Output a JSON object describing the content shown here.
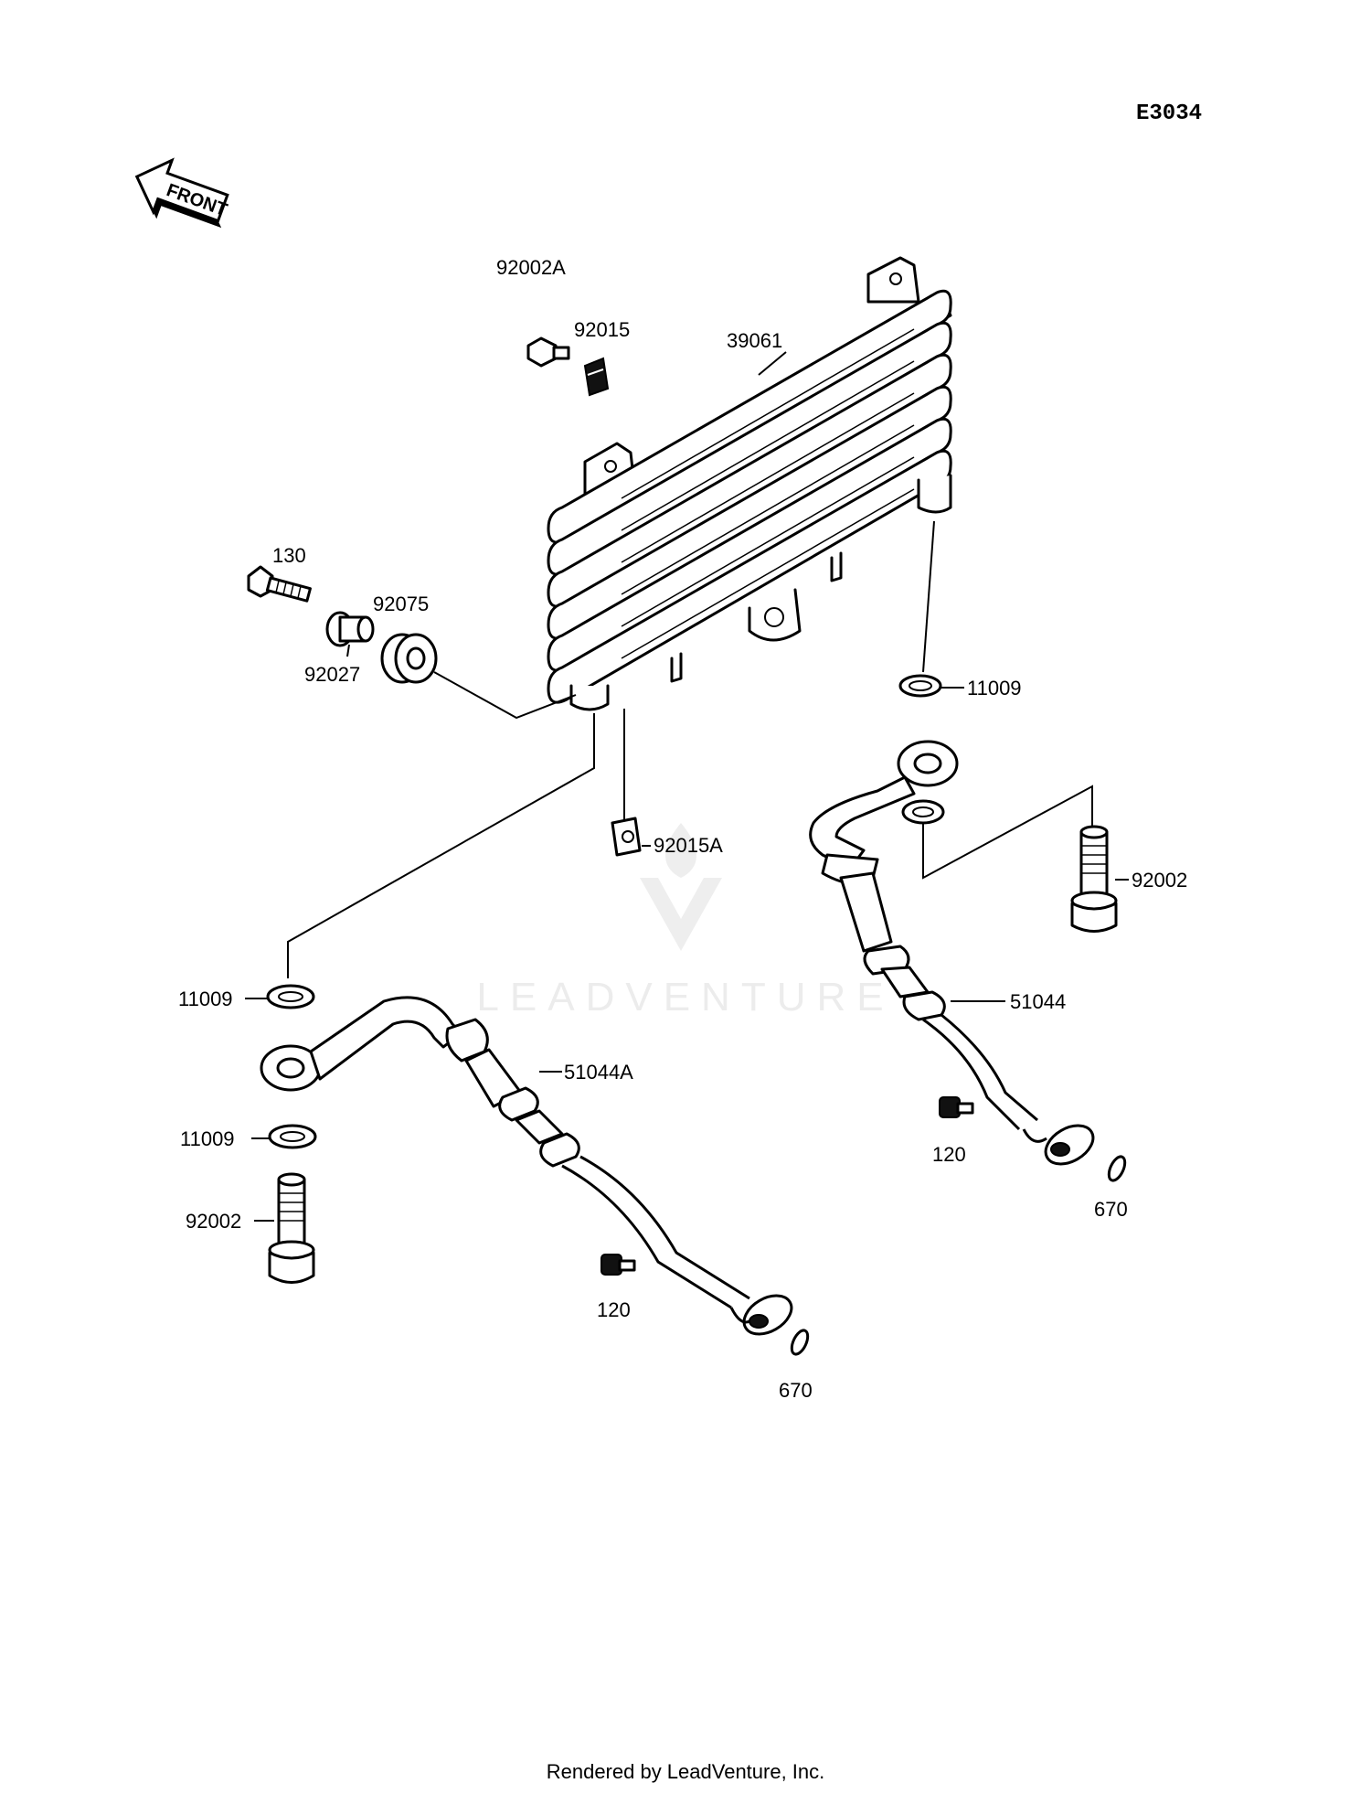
{
  "diagram_code": "E3034",
  "front_arrow_label": "FRONT",
  "watermark_text": "LEADVENTURE",
  "footer_text": "Rendered by LeadVenture, Inc.",
  "parts": {
    "oil_cooler": "39061",
    "bolt_upper": "92002A",
    "clamp_upper": "92015",
    "bolt_mount": "130",
    "collar": "92027",
    "grommet": "92075",
    "gasket_cooler_right": "11009",
    "clamp_lower": "92015A",
    "bolt_right": "92002",
    "hose_right": "51044",
    "gasket_left_upper": "11009",
    "hose_left": "51044A",
    "gasket_left_lower": "11009",
    "bolt_left": "92002",
    "screw_right": "120",
    "oring_right": "670",
    "screw_left": "120",
    "oring_left": "670"
  }
}
